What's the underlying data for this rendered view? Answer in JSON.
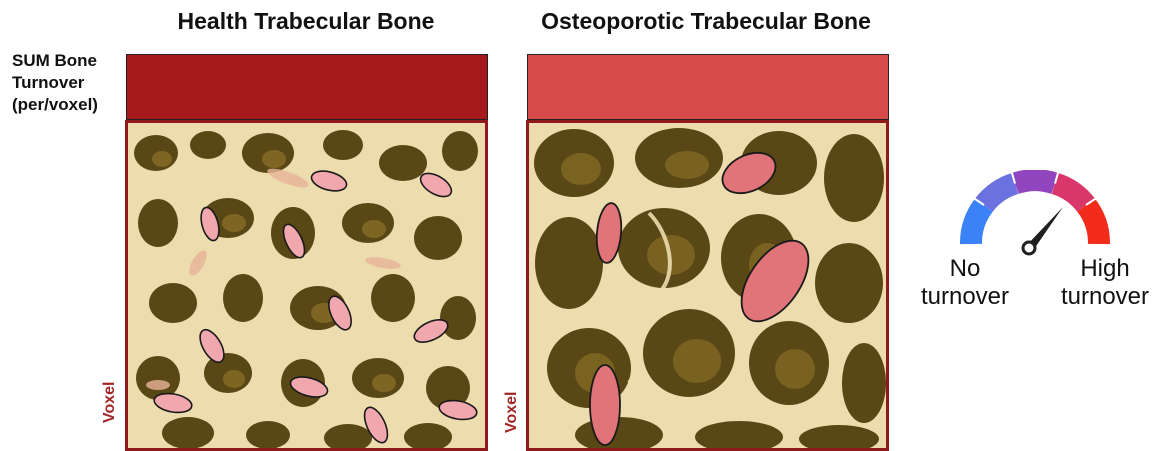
{
  "titles": {
    "healthy": "Health Trabecular Bone",
    "osteoporotic": "Osteoporotic Trabecular Bone"
  },
  "row_label": [
    "SUM Bone",
    "Turnover",
    "(per/voxel)"
  ],
  "voxel_label": "Voxel",
  "bars": {
    "healthy_color": "#a61a1d",
    "osteoporotic_color": "#d64a4a"
  },
  "legend": {
    "low": [
      "No",
      "turnover"
    ],
    "high": [
      "High",
      "turnover"
    ],
    "gauge_colors": [
      "#3b82f6",
      "#6b72e0",
      "#9146c0",
      "#d9366a",
      "#f22b1b"
    ]
  },
  "colors": {
    "bone": "#ecdcae",
    "marrow": "#5a4716",
    "cell_fill": "#f1a7ae",
    "cell_fill_dark": "#e07479",
    "panel_border": "#8e1b1b"
  }
}
